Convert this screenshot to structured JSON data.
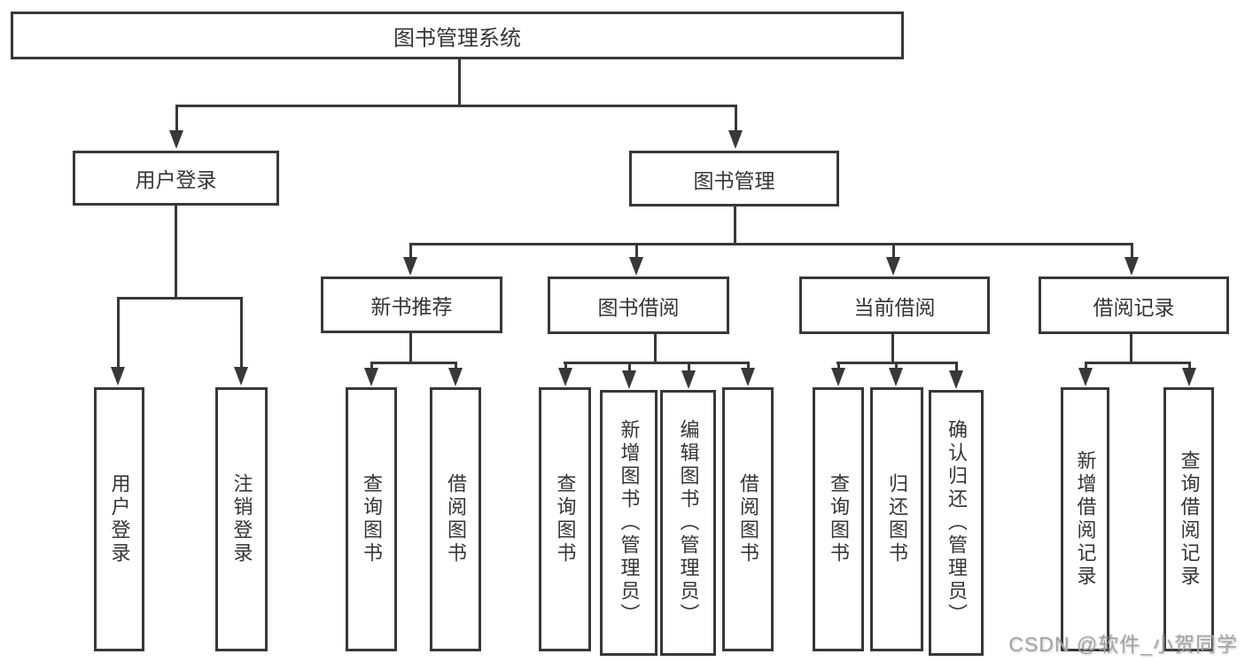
{
  "diagram": {
    "type": "hierarchy",
    "tree": {
      "root": {
        "label": "图书管理系统",
        "children": [
          {
            "label": "用户登录",
            "children": [
              {
                "label": "用户登录"
              },
              {
                "label": "注销登录"
              }
            ]
          },
          {
            "label": "图书管理",
            "children": [
              {
                "label": "新书推荐",
                "children": [
                  {
                    "label": "查询图书"
                  },
                  {
                    "label": "借阅图书"
                  }
                ]
              },
              {
                "label": "图书借阅",
                "children": [
                  {
                    "label": "查询图书"
                  },
                  {
                    "label": "新增图书（管理员）"
                  },
                  {
                    "label": "编辑图书（管理员）"
                  },
                  {
                    "label": "借阅图书"
                  }
                ]
              },
              {
                "label": "当前借阅",
                "children": [
                  {
                    "label": "查询图书"
                  },
                  {
                    "label": "归还图书"
                  },
                  {
                    "label": "确认归还（管理员）"
                  }
                ]
              },
              {
                "label": "借阅记录",
                "children": [
                  {
                    "label": "新增借阅记录"
                  },
                  {
                    "label": "查询借阅记录"
                  }
                ]
              }
            ]
          }
        ]
      }
    },
    "colors": {
      "line": "#383838",
      "text": "#353535",
      "background": "#ffffff",
      "watermark": "#a3a3a3"
    }
  },
  "watermark": {
    "text": "CSDN @软件_小贺同学"
  }
}
